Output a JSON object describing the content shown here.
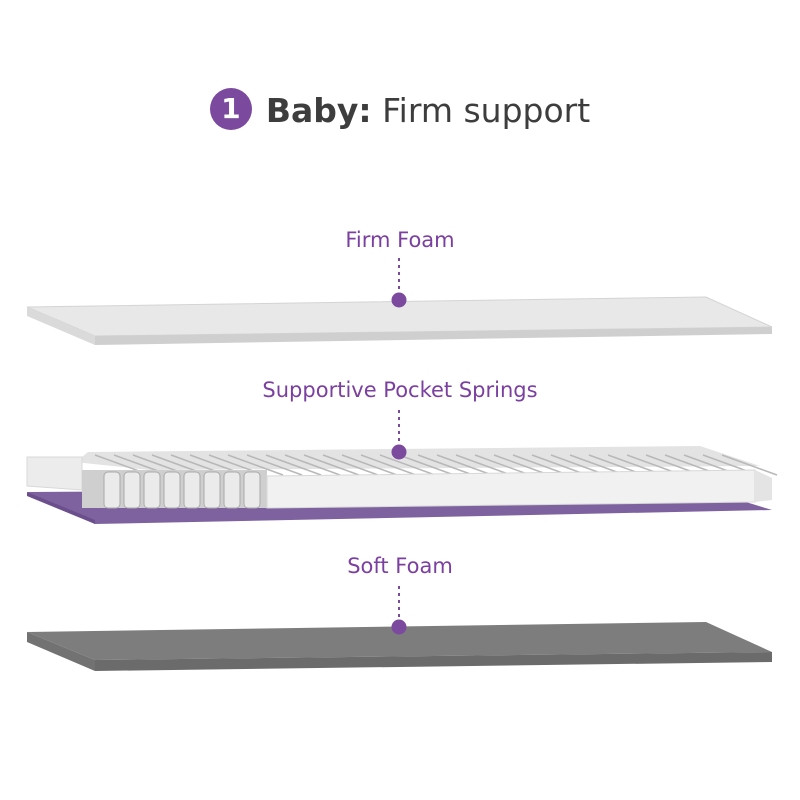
{
  "title": {
    "number": "1",
    "bold": "Baby:",
    "rest": " Firm support"
  },
  "layers": [
    {
      "label": "Firm Foam"
    },
    {
      "label": "Supportive Pocket Springs"
    },
    {
      "label": "Soft Foam"
    }
  ],
  "colors": {
    "accent": "#7b4a9e",
    "firm_foam": "#e6e6e6",
    "soft_foam": "#7d7d7d",
    "spring_base": "#7e62a0"
  }
}
